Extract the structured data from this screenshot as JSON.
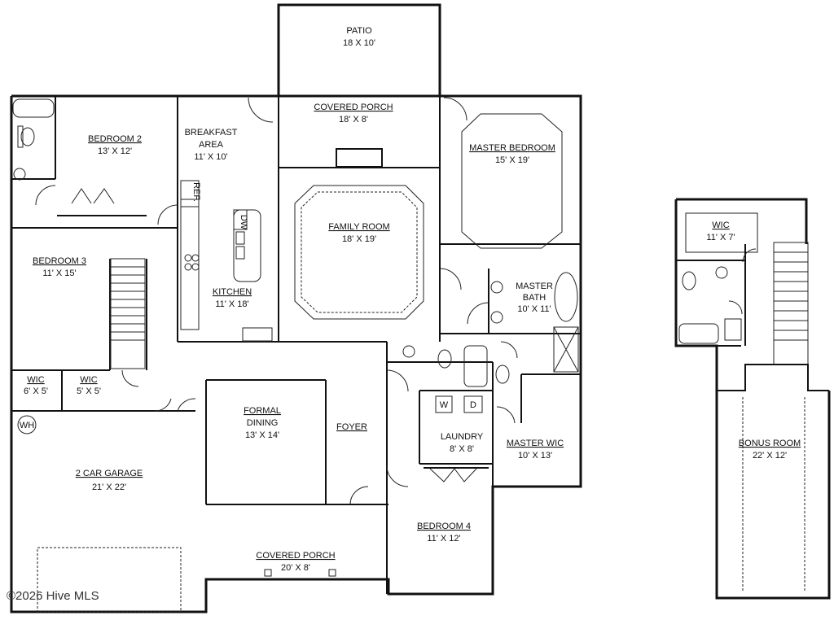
{
  "rooms": {
    "patio": {
      "name": "PATIO",
      "size": "18 X 10'"
    },
    "covered_porch_rear": {
      "name": "COVERED PORCH",
      "size": "18' X 8'"
    },
    "bedroom2": {
      "name": "BEDROOM 2",
      "size": "13' X 12'"
    },
    "breakfast": {
      "name1": "BREAKFAST",
      "name2": "AREA",
      "size": "11' X 10'"
    },
    "master_bedroom": {
      "name": "MASTER BEDROOM",
      "size": "15' X 19'"
    },
    "family_room": {
      "name": "FAMILY ROOM",
      "size": "18' X 19'"
    },
    "bedroom3": {
      "name": "BEDROOM 3",
      "size": "11' X 15'"
    },
    "kitchen": {
      "name": "KITCHEN",
      "size": "11' X 18'"
    },
    "master_bath": {
      "name1": "MASTER",
      "name2": "BATH",
      "size": "10' X 11'"
    },
    "wic1": {
      "name": "WIC",
      "size": "6' X 5'"
    },
    "wic2": {
      "name": "WIC",
      "size": "5' X 5'"
    },
    "formal_dining": {
      "name1": "FORMAL",
      "name2": "DINING",
      "size": "13' X 14'"
    },
    "foyer": {
      "name": "FOYER"
    },
    "laundry": {
      "name": "LAUNDRY",
      "size": "8' X 8'"
    },
    "master_wic": {
      "name": "MASTER WIC",
      "size": "10' X 13'"
    },
    "garage": {
      "name": "2 CAR GARAGE",
      "size": "21' X 22'"
    },
    "bedroom4": {
      "name": "BEDROOM 4",
      "size": "11' X 12'"
    },
    "covered_porch_front": {
      "name": "COVERED PORCH",
      "size": "20' X 8'"
    },
    "wic_upper": {
      "name": "WIC",
      "size": "11' X 7'"
    },
    "bonus_room": {
      "name": "BONUS ROOM",
      "size": "22' X 12'"
    }
  },
  "fixtures": {
    "ref": "REF.",
    "dw": "DW",
    "wh": "WH",
    "washer": "W",
    "dryer": "D"
  },
  "watermark": "©2026 Hive MLS"
}
